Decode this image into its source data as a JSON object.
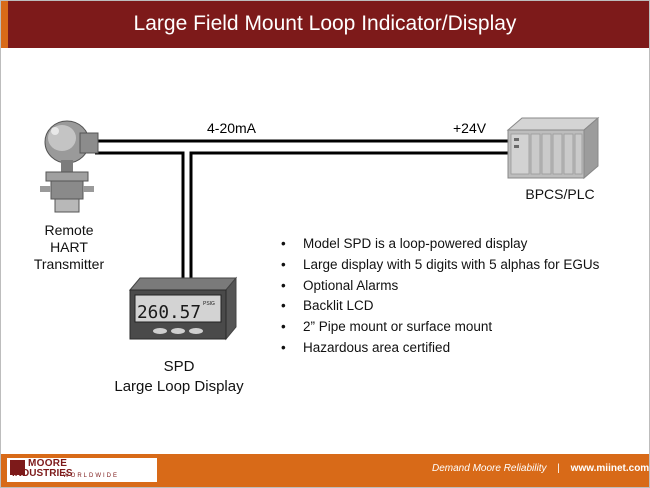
{
  "header": {
    "title": "Large Field Mount Loop Indicator/Display"
  },
  "diagram": {
    "signal_label": "4-20mA",
    "supply_label": "+24V",
    "plc_label": "BPCS/PLC",
    "transmitter_label": [
      "Remote",
      "HART",
      "Transmitter"
    ],
    "display_label": [
      "SPD",
      "Large Loop Display"
    ],
    "display_reading": "260.57",
    "display_unit": "PSIG"
  },
  "features": [
    "Model SPD is a loop-powered display",
    "Large display with 5 digits with 5 alphas for EGUs",
    "Optional Alarms",
    "Backlit LCD",
    "2” Pipe mount or surface mount",
    "Hazardous area certified"
  ],
  "footer": {
    "brand_top": "MOORE",
    "brand_bottom": "INDUSTRIES",
    "brand_sub": "WORLDWIDE",
    "tagline": "Demand Moore Reliability",
    "separator": "|",
    "url": "www.miinet.com"
  },
  "colors": {
    "header_bg": "#7d1a1a",
    "footer_bg": "#d86a18",
    "accent": "#d86a18"
  },
  "icons": [
    "hart-transmitter-icon",
    "plc-rack-icon",
    "loop-display-icon",
    "moore-logo-icon"
  ]
}
